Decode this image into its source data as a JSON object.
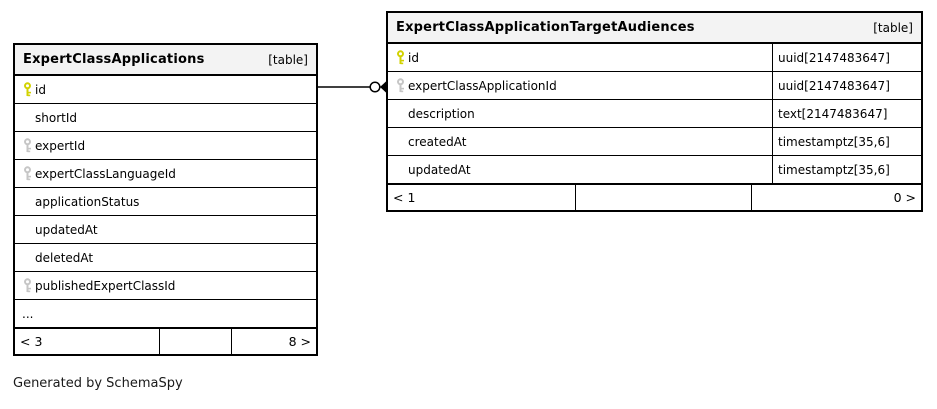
{
  "caption": "Generated by SchemaSpy",
  "colors": {
    "primary_key": "#d2d200",
    "foreign_key": "#c6c6c6",
    "header_bg": "#f3f3f3",
    "border": "#000000"
  },
  "relationship": {
    "from": "ExpertClassApplications.id",
    "to": "ExpertClassApplicationTargetAudiences.expertClassApplicationId"
  },
  "tables": [
    {
      "name": "ExpertClassApplications",
      "badge": "[table]",
      "columns": [
        {
          "name": "id",
          "key": "primary"
        },
        {
          "name": "shortId",
          "key": "none"
        },
        {
          "name": "expertId",
          "key": "foreign"
        },
        {
          "name": "expertClassLanguageId",
          "key": "foreign"
        },
        {
          "name": "applicationStatus",
          "key": "none"
        },
        {
          "name": "updatedAt",
          "key": "none"
        },
        {
          "name": "deletedAt",
          "key": "none"
        },
        {
          "name": "publishedExpertClassId",
          "key": "foreign"
        },
        {
          "name": "...",
          "key": "none",
          "ellipsis": true
        }
      ],
      "footer": {
        "left": "< 3",
        "middle": "",
        "right": "8 >"
      }
    },
    {
      "name": "ExpertClassApplicationTargetAudiences",
      "badge": "[table]",
      "columns": [
        {
          "name": "id",
          "key": "primary",
          "type": "uuid[2147483647]"
        },
        {
          "name": "expertClassApplicationId",
          "key": "foreign",
          "type": "uuid[2147483647]"
        },
        {
          "name": "description",
          "key": "none",
          "type": "text[2147483647]"
        },
        {
          "name": "createdAt",
          "key": "none",
          "type": "timestamptz[35,6]"
        },
        {
          "name": "updatedAt",
          "key": "none",
          "type": "timestamptz[35,6]"
        }
      ],
      "footer": {
        "left": "< 1",
        "middle": "",
        "right": "0 >"
      }
    }
  ]
}
